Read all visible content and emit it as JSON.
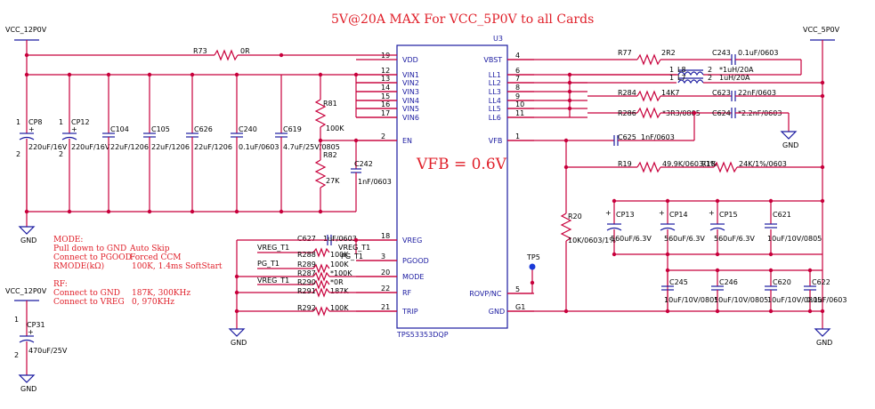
{
  "title": "5V@20A MAX For VCC_5P0V to all Cards",
  "vfb_note": "VFB = 0.6V",
  "ic": {
    "ref": "U3",
    "part": "TPS53353DQP",
    "left_pins": [
      {
        "num": "19",
        "name": "VDD"
      },
      {
        "num": "12",
        "name": "VIN1"
      },
      {
        "num": "13",
        "name": "VIN2"
      },
      {
        "num": "14",
        "name": "VIN3"
      },
      {
        "num": "15",
        "name": "VIN4"
      },
      {
        "num": "16",
        "name": "VIN5"
      },
      {
        "num": "17",
        "name": "VIN6"
      },
      {
        "num": "2",
        "name": "EN"
      },
      {
        "num": "18",
        "name": "VREG"
      },
      {
        "num": "3",
        "name": "PGOOD"
      },
      {
        "num": "20",
        "name": "MODE"
      },
      {
        "num": "22",
        "name": "RF"
      },
      {
        "num": "21",
        "name": "TRIP"
      }
    ],
    "right_pins": [
      {
        "num": "4",
        "name": "VBST"
      },
      {
        "num": "6",
        "name": "LL1"
      },
      {
        "num": "7",
        "name": "LL2"
      },
      {
        "num": "8",
        "name": "LL3"
      },
      {
        "num": "9",
        "name": "LL4"
      },
      {
        "num": "10",
        "name": "LL5"
      },
      {
        "num": "11",
        "name": "LL6"
      },
      {
        "num": "1",
        "name": "VFB"
      },
      {
        "num": "5",
        "name": "ROVP/NC"
      },
      {
        "num": "G1",
        "name": "GND"
      }
    ]
  },
  "nets": {
    "vcc_12p0v": "VCC_12P0V",
    "vcc_12p0v_2": "VCC_12P0V",
    "vcc_5p0v": "VCC_5P0V",
    "gnd": "GND",
    "vreg_t1": "VREG_T1",
    "pg_t1": "PG_T1",
    "vreg_t1_b": "VREG_T1",
    "pg_t1_b": "PG_T1",
    "vreg_t1_c": "VREG_T1"
  },
  "input_caps": [
    {
      "ref": "CP8",
      "value": "220uF/16V",
      "pin1": "1",
      "pin2": "2"
    },
    {
      "ref": "CP12",
      "value": "220uF/16V",
      "pin1": "1",
      "pin2": "2"
    },
    {
      "ref": "C104",
      "value": "22uF/1206"
    },
    {
      "ref": "C105",
      "value": "22uF/1206"
    },
    {
      "ref": "C626",
      "value": "22uF/1206"
    },
    {
      "ref": "C240",
      "value": "0.1uF/0603"
    },
    {
      "ref": "C619",
      "value": "4.7uF/25V/0805"
    }
  ],
  "components": {
    "r73": {
      "ref": "R73",
      "value": "0R"
    },
    "r81": {
      "ref": "R81",
      "value": "100K"
    },
    "r82": {
      "ref": "R82",
      "value": "27K"
    },
    "c242": {
      "ref": "C242",
      "value": "1nF/0603"
    },
    "r77": {
      "ref": "R77",
      "value": "2R2"
    },
    "c243": {
      "ref": "C243",
      "value": "0.1uF/0603"
    },
    "l8": {
      "ref": "L8",
      "value": "*1uH/20A",
      "p1": "1",
      "p2": "2"
    },
    "l7": {
      "ref": "L7",
      "value": "1uH/20A",
      "p1": "1",
      "p2": "2"
    },
    "r284": {
      "ref": "R284",
      "value": "14K7"
    },
    "c623": {
      "ref": "C623",
      "value": "22nF/0603"
    },
    "r286": {
      "ref": "R286",
      "value": "*3R3/0805"
    },
    "c624": {
      "ref": "C624",
      "value": "*2.2nF/0603"
    },
    "c625": {
      "ref": "C625",
      "value": "1nF/0603"
    },
    "r19": {
      "ref": "R19",
      "value": "49.9K/0603/1%"
    },
    "r18": {
      "ref": "R18",
      "value": "24K/1%/0603"
    },
    "r20": {
      "ref": "R20",
      "value": "10K/0603/1%"
    },
    "c627": {
      "ref": "C627",
      "value": "1uF/0603"
    },
    "r288": {
      "ref": "R288",
      "value": "100K"
    },
    "r289": {
      "ref": "R289",
      "value": "100K"
    },
    "r287": {
      "ref": "R287",
      "value": "*100K"
    },
    "r290": {
      "ref": "R290",
      "value": "*0R"
    },
    "r291": {
      "ref": "R291",
      "value": "187K"
    },
    "r292": {
      "ref": "R292",
      "value": "100K"
    },
    "tp5": {
      "ref": "TP5"
    },
    "cp31": {
      "ref": "CP31",
      "value": "470uF/25V",
      "pin1": "1",
      "pin2": "2"
    }
  },
  "output_caps": [
    {
      "ref": "CP13",
      "value": "560uF/6.3V"
    },
    {
      "ref": "CP14",
      "value": "560uF/6.3V"
    },
    {
      "ref": "CP15",
      "value": "560uF/6.3V"
    },
    {
      "ref": "C621",
      "value": "10uF/10V/0805"
    }
  ],
  "output_caps_row2": [
    {
      "ref": "C245",
      "value": "10uF/10V/0805"
    },
    {
      "ref": "C246",
      "value": "10uF/10V/0805"
    },
    {
      "ref": "C620",
      "value": "10uF/10V/0805"
    },
    {
      "ref": "C622",
      "value": "0.1uF/0603"
    }
  ],
  "notes": {
    "mode_title": "MODE:",
    "mode_lines": [
      {
        "a": "Pull down to GND",
        "b": "Auto Skip"
      },
      {
        "a": "Connect to PGOOD",
        "b": "Forced CCM"
      },
      {
        "a": "RMODE(kΩ)",
        "b": "100K, 1.4ms SoftStart"
      }
    ],
    "rf_title": "RF:",
    "rf_lines": [
      {
        "a": "Connect to GND",
        "b": "187K, 300KHz"
      },
      {
        "a": "Connect to VREG",
        "b": "0, 970KHz"
      }
    ]
  }
}
